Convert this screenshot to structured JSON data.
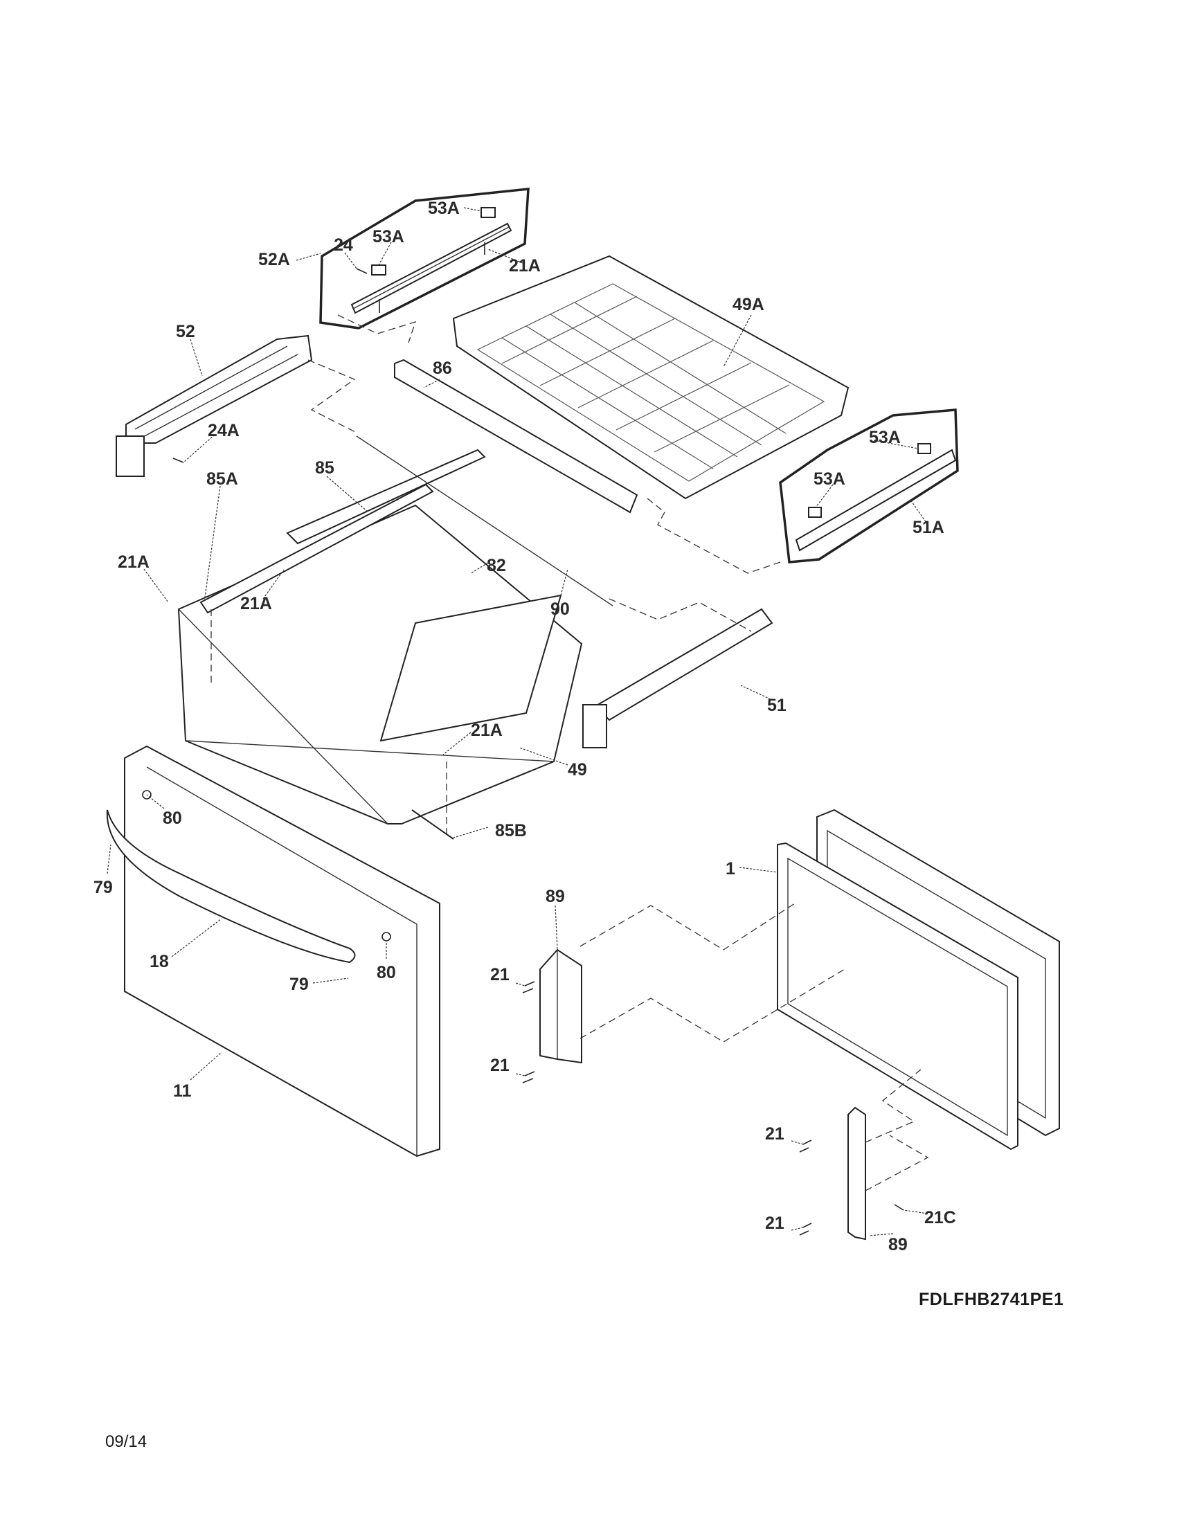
{
  "document": {
    "model_number": "FDLFHB2741PE1",
    "revision_date": "09/14"
  },
  "callouts": {
    "c_53a_box1_top": "53A",
    "c_53a_box1": "53A",
    "c_24": "24",
    "c_52a": "52A",
    "c_21a_box1": "21A",
    "c_52": "52",
    "c_49a": "49A",
    "c_86": "86",
    "c_24a": "24A",
    "c_53a_box2_top": "53A",
    "c_53a_box2": "53A",
    "c_51a": "51A",
    "c_85a": "85A",
    "c_85": "85",
    "c_21a_left": "21A",
    "c_82": "82",
    "c_21a_mid": "21A",
    "c_90": "90",
    "c_51": "51",
    "c_21a_lower": "21A",
    "c_49": "49",
    "c_80_top": "80",
    "c_85b": "85B",
    "c_1": "1",
    "c_79_left": "79",
    "c_89_left": "89",
    "c_18": "18",
    "c_80_right": "80",
    "c_79_right": "79",
    "c_21_left_upper": "21",
    "c_21_left_lower": "21",
    "c_11": "11",
    "c_21_right_upper": "21",
    "c_21c": "21C",
    "c_21_right_lower": "21",
    "c_89_right": "89"
  }
}
